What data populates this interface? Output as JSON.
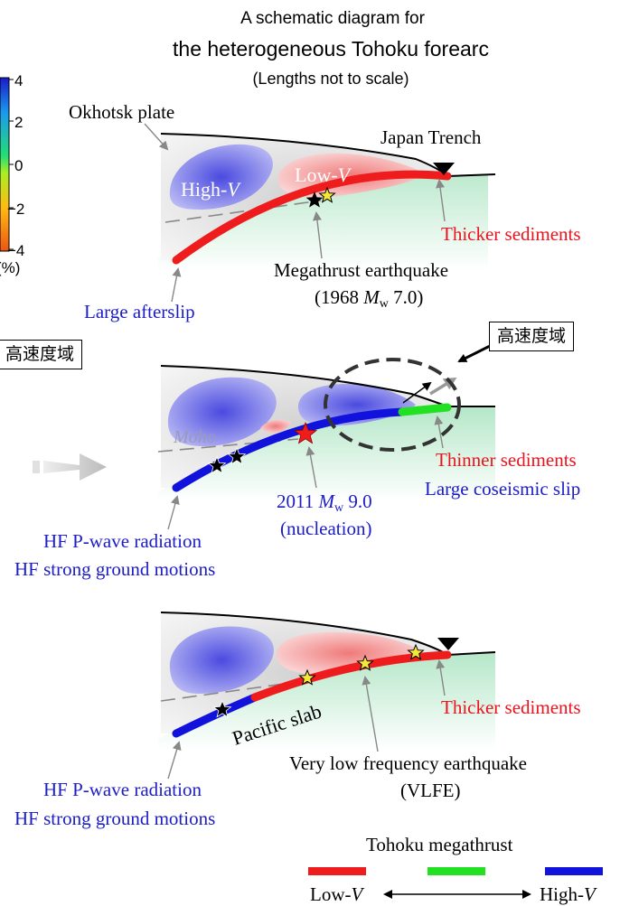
{
  "title": {
    "line1": "A schematic diagram for",
    "line2": "the heterogeneous Tohoku forearc",
    "line3": "(Lengths not to scale)"
  },
  "colorbar": {
    "ticks": [
      "4",
      "2",
      "0",
      "−2",
      "−4"
    ],
    "unit_label": "(%)"
  },
  "panel1": {
    "okhotsk_plate": "Okhotsk plate",
    "japan_trench": "Japan Trench",
    "high_v": "High-",
    "low_v": "Low-",
    "v": "V",
    "thicker_sediments": "Thicker sediments",
    "megathrust_earthquake": "Megathrust earthquake",
    "event_year": "(1968 ",
    "event_m": "M",
    "event_w": "w",
    "event_mag": " 7.0)",
    "large_afterslip": "Large afterslip"
  },
  "panel2": {
    "moho": "Moho",
    "thinner_sediments": "Thinner sediments",
    "large_coseismic_slip": "Large coseismic slip",
    "eq_year": "2011 ",
    "eq_m": "M",
    "eq_w": "w",
    "eq_mag": " 9.0",
    "nucleation": "(nucleation)",
    "hf_p_wave": "HF P-wave radiation",
    "hf_strong": "HF strong ground motions"
  },
  "panel3": {
    "thicker_sediments": "Thicker sediments",
    "pacific_slab": "Pacific slab",
    "vlfe_line1": "Very low frequency earthquake",
    "vlfe_line2": "(VLFE)",
    "hf_p_wave": "HF P-wave radiation",
    "hf_strong": "HF strong ground motions"
  },
  "legend": {
    "title": "Tohoku megathrust",
    "low_v": "Low-",
    "high_v": "High-",
    "v": "V",
    "colors": [
      "#ee1c1c",
      "#22e022",
      "#1212dd"
    ]
  },
  "annotations": {
    "left_box": "高速度域",
    "right_box": "高速度域"
  },
  "colors": {
    "slab_green": "#b5e8c8",
    "high_v_blue": "#6f6fe6",
    "low_v_red": "#f4a0a0",
    "fault_red": "#ee1c1c",
    "fault_blue": "#1212dd",
    "fault_green": "#22e022",
    "label_red": "#e8141e",
    "label_blue": "#1c1cc8"
  }
}
